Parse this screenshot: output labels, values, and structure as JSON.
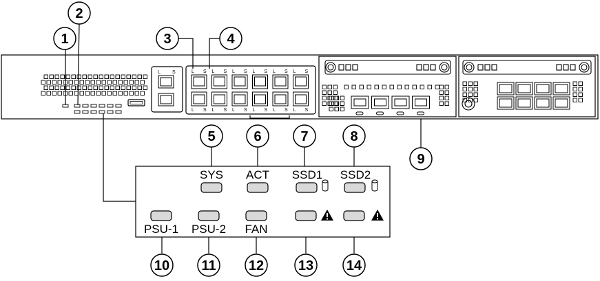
{
  "callouts": {
    "c1": "1",
    "c2": "2",
    "c3": "3",
    "c4": "4",
    "c5": "5",
    "c6": "6",
    "c7": "7",
    "c8": "8",
    "c9": "9",
    "c10": "10",
    "c11": "11",
    "c12": "12",
    "c13": "13",
    "c14": "14"
  },
  "leds": {
    "sys": "SYS",
    "act": "ACT",
    "ssd1": "SSD1",
    "ssd2": "SSD2",
    "psu1": "PSU-1",
    "psu2": "PSU-2",
    "fan": "FAN"
  },
  "ports": {
    "link": "L",
    "speed": "S"
  },
  "colors": {
    "line": "#000000",
    "panel_fill": "#ffffff",
    "led_fill": "#d9d9d9"
  }
}
